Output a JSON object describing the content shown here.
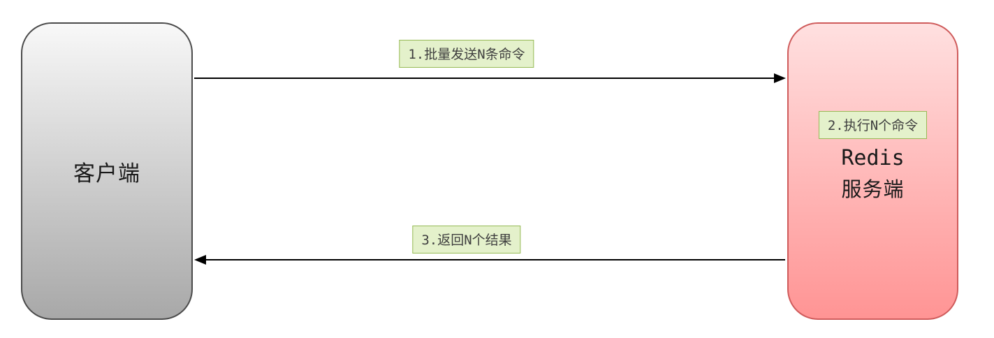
{
  "diagram": {
    "client": {
      "label": "客户端"
    },
    "server": {
      "step_label": "2.执行N个命令",
      "title_line1": "Redis",
      "title_line2": "服务端"
    },
    "request_arrow": {
      "label": "1.批量发送N条命令"
    },
    "response_arrow": {
      "label": "3.返回N个结果"
    },
    "colors": {
      "canvas_bg": "#ffffff",
      "client_fill_top": "#f8f8f8",
      "client_fill_bottom": "#a8a8a8",
      "client_border": "#4a4a4a",
      "server_fill_top": "#ffe0e0",
      "server_fill_bottom": "#ff9494",
      "server_border": "#cf5b5b",
      "badge_bg": "#e4f1cb",
      "badge_border": "#96ba55",
      "badge_text": "#3f3f3f",
      "arrow": "#000000",
      "text": "#1a1a1a"
    }
  }
}
